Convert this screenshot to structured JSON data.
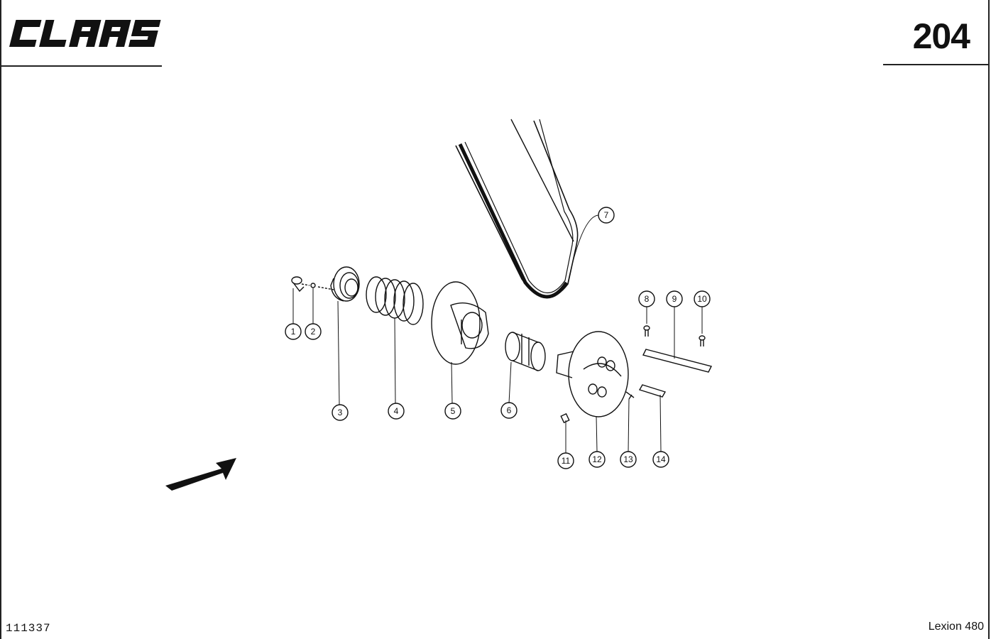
{
  "header": {
    "brand": "CLAAS",
    "page_number": "204"
  },
  "footer": {
    "document_number": "111337",
    "model": "Lexion 480"
  },
  "callouts": [
    "1",
    "2",
    "3",
    "4",
    "5",
    "6",
    "7",
    "8",
    "9",
    "10",
    "11",
    "12",
    "13",
    "14"
  ]
}
